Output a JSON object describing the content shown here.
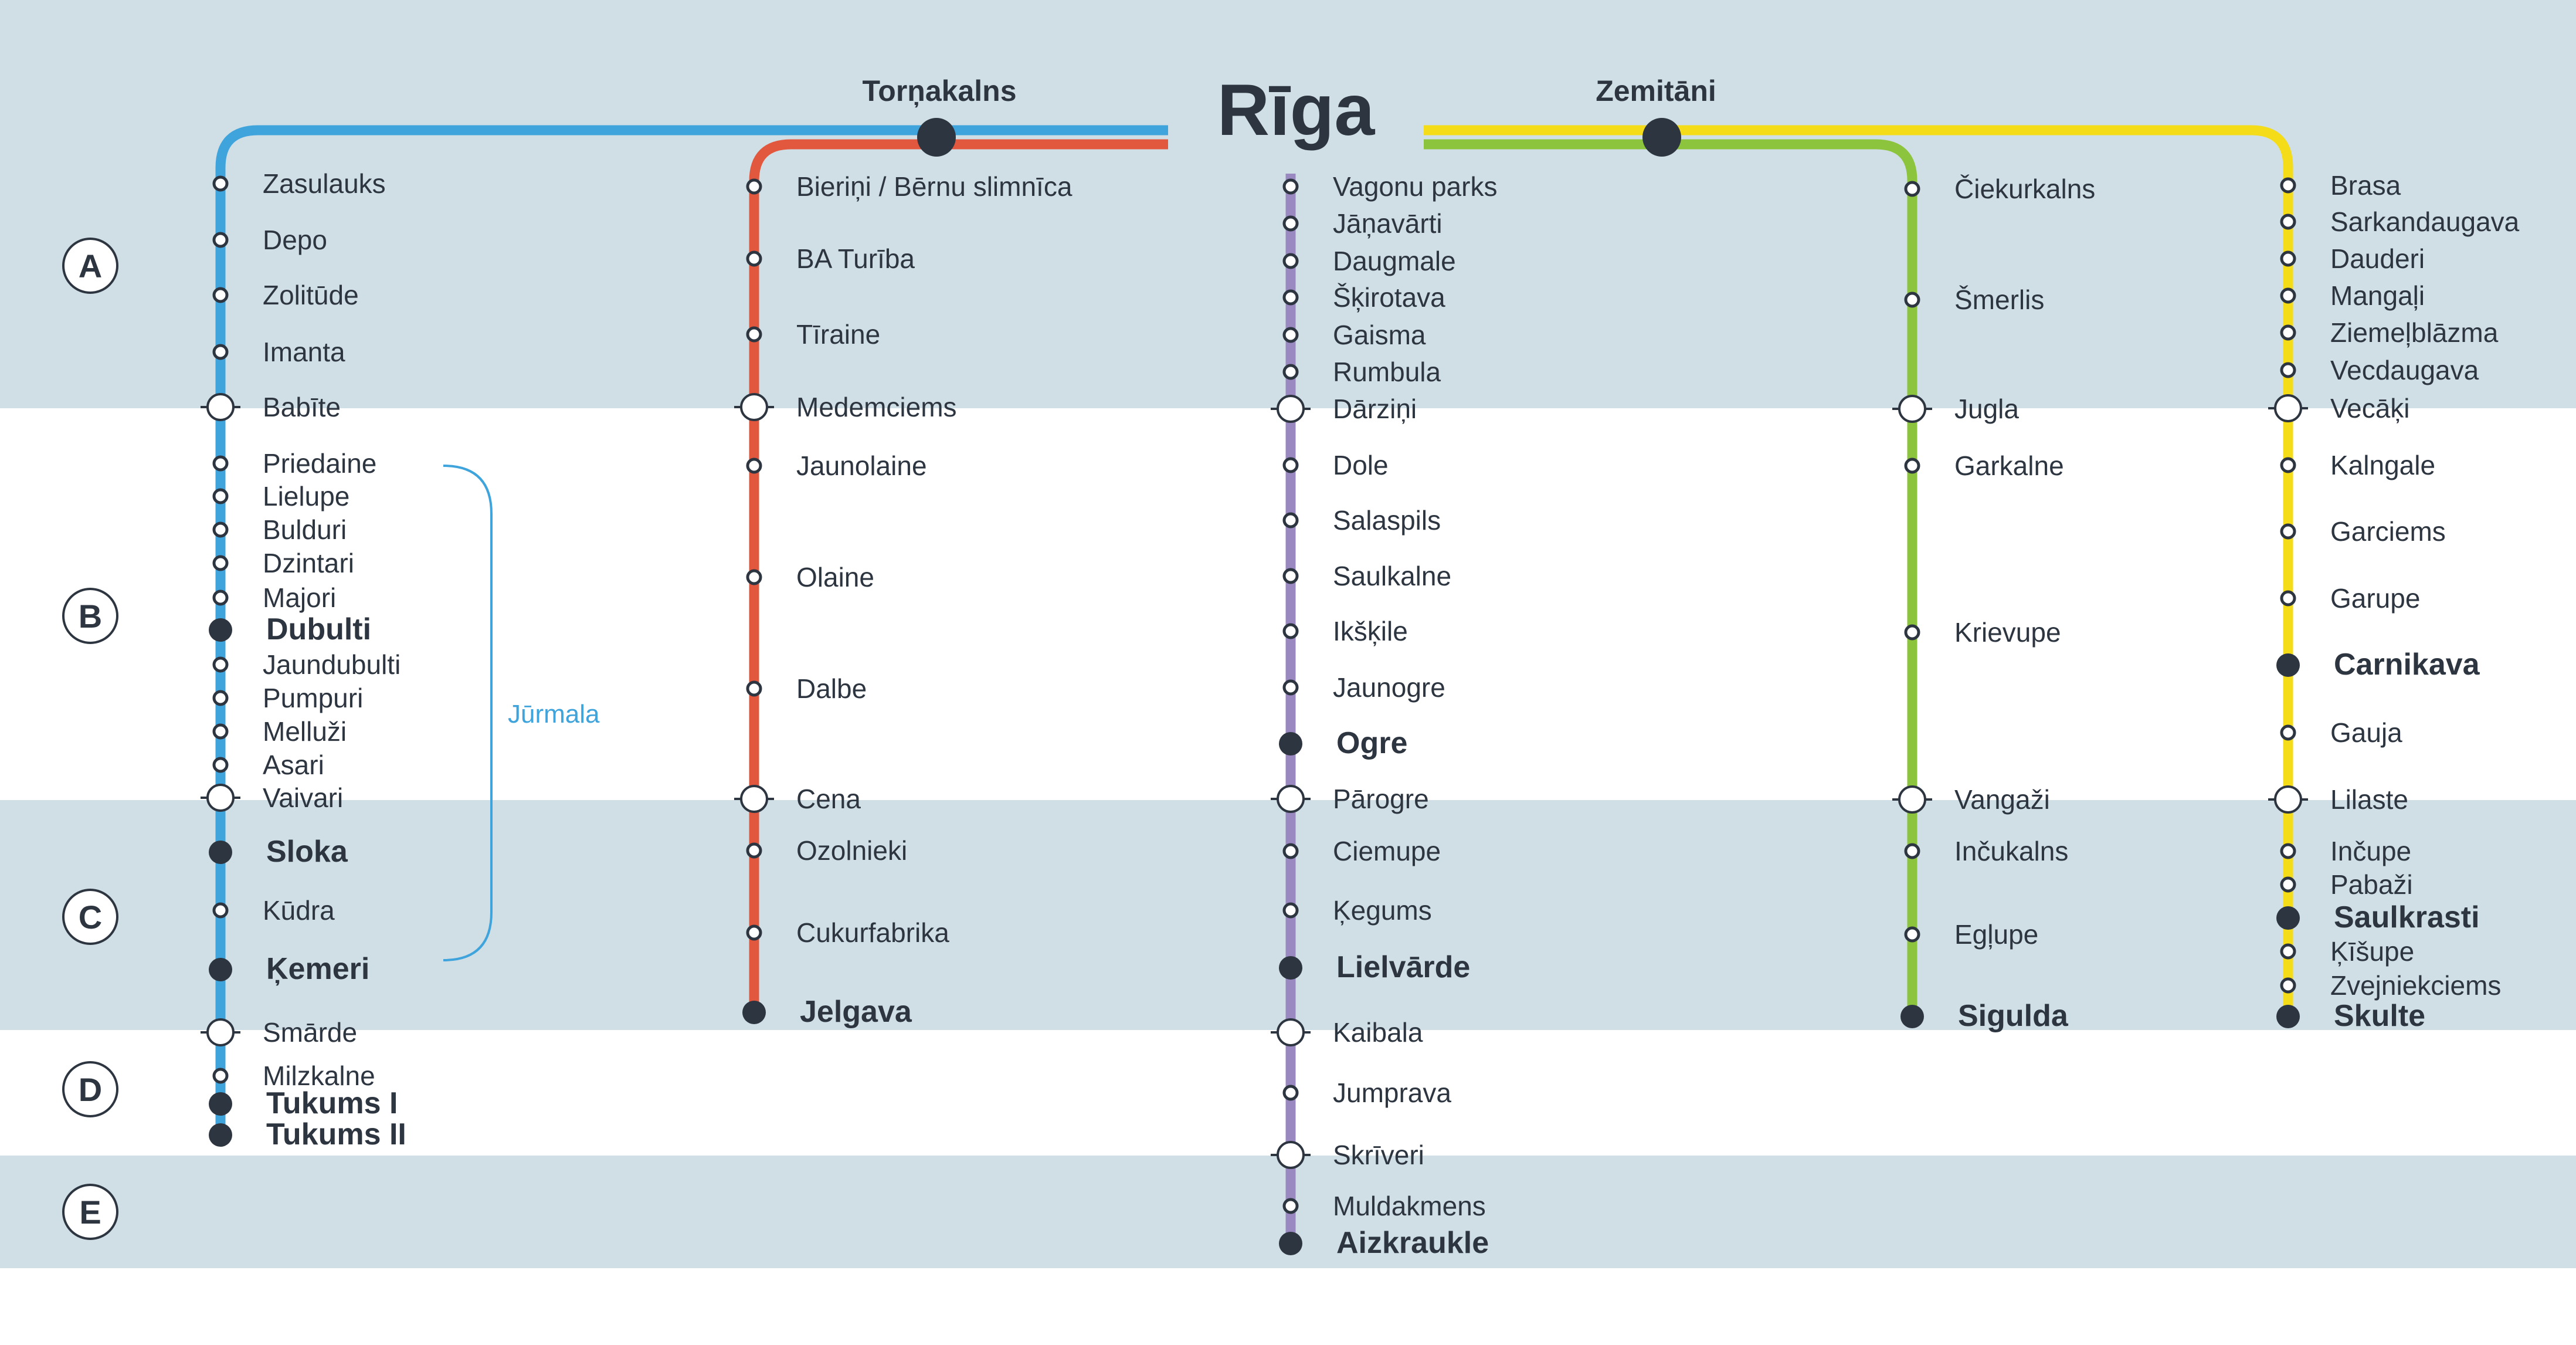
{
  "title": "Rīga",
  "colors": {
    "band": "#d0dfe6",
    "blue": "#3fa3dc",
    "red": "#e2583e",
    "purple": "#9a89c0",
    "green": "#8cc43d",
    "yellow": "#f4dc18",
    "dark": "#2d3540"
  },
  "zones": [
    "A",
    "B",
    "C",
    "D",
    "E"
  ],
  "hubs": {
    "left": "Torņakalns",
    "right": "Zemitāni"
  },
  "annotation": "Jūrmala",
  "lines": {
    "tukums": [
      {
        "name": "Zasulauks",
        "type": "stop"
      },
      {
        "name": "Depo",
        "type": "stop"
      },
      {
        "name": "Zolitūde",
        "type": "stop"
      },
      {
        "name": "Imanta",
        "type": "stop"
      },
      {
        "name": "Babīte",
        "type": "boundary"
      },
      {
        "name": "Priedaine",
        "type": "stop"
      },
      {
        "name": "Lielupe",
        "type": "stop"
      },
      {
        "name": "Bulduri",
        "type": "stop"
      },
      {
        "name": "Dzintari",
        "type": "stop"
      },
      {
        "name": "Majori",
        "type": "stop"
      },
      {
        "name": "Dubulti",
        "type": "major"
      },
      {
        "name": "Jaundubulti",
        "type": "stop"
      },
      {
        "name": "Pumpuri",
        "type": "stop"
      },
      {
        "name": "Melluži",
        "type": "stop"
      },
      {
        "name": "Asari",
        "type": "stop"
      },
      {
        "name": "Vaivari",
        "type": "boundary"
      },
      {
        "name": "Sloka",
        "type": "major"
      },
      {
        "name": "Kūdra",
        "type": "stop"
      },
      {
        "name": "Ķemeri",
        "type": "major"
      },
      {
        "name": "Smārde",
        "type": "boundary"
      },
      {
        "name": "Milzkalne",
        "type": "stop"
      },
      {
        "name": "Tukums I",
        "type": "major"
      },
      {
        "name": "Tukums II",
        "type": "major"
      }
    ],
    "jelgava": [
      {
        "name": "Bieriņi / Bērnu slimnīca",
        "type": "stop"
      },
      {
        "name": "BA Turība",
        "type": "stop"
      },
      {
        "name": "Tīraine",
        "type": "stop"
      },
      {
        "name": "Medemciems",
        "type": "boundary"
      },
      {
        "name": "Jaunolaine",
        "type": "stop"
      },
      {
        "name": "Olaine",
        "type": "stop"
      },
      {
        "name": "Dalbe",
        "type": "stop"
      },
      {
        "name": "Cena",
        "type": "boundary"
      },
      {
        "name": "Ozolnieki",
        "type": "stop"
      },
      {
        "name": "Cukurfabrika",
        "type": "stop"
      },
      {
        "name": "Jelgava",
        "type": "major"
      }
    ],
    "aizkraukle": [
      {
        "name": "Vagonu parks",
        "type": "stop"
      },
      {
        "name": "Jāņavārti",
        "type": "stop"
      },
      {
        "name": "Daugmale",
        "type": "stop"
      },
      {
        "name": "Šķirotava",
        "type": "stop"
      },
      {
        "name": "Gaisma",
        "type": "stop"
      },
      {
        "name": "Rumbula",
        "type": "stop"
      },
      {
        "name": "Dārziņi",
        "type": "boundary"
      },
      {
        "name": "Dole",
        "type": "stop"
      },
      {
        "name": "Salaspils",
        "type": "stop"
      },
      {
        "name": "Saulkalne",
        "type": "stop"
      },
      {
        "name": "Ikšķile",
        "type": "stop"
      },
      {
        "name": "Jaunogre",
        "type": "stop"
      },
      {
        "name": "Ogre",
        "type": "major"
      },
      {
        "name": "Pārogre",
        "type": "boundary"
      },
      {
        "name": "Ciemupe",
        "type": "stop"
      },
      {
        "name": "Ķegums",
        "type": "stop"
      },
      {
        "name": "Lielvārde",
        "type": "major"
      },
      {
        "name": "Kaibala",
        "type": "boundary"
      },
      {
        "name": "Jumprava",
        "type": "stop"
      },
      {
        "name": "Skrīveri",
        "type": "boundary"
      },
      {
        "name": "Muldakmens",
        "type": "stop"
      },
      {
        "name": "Aizkraukle",
        "type": "major"
      }
    ],
    "sigulda": [
      {
        "name": "Čiekurkalns",
        "type": "stop"
      },
      {
        "name": "Šmerlis",
        "type": "stop"
      },
      {
        "name": "Jugla",
        "type": "boundary"
      },
      {
        "name": "Garkalne",
        "type": "stop"
      },
      {
        "name": "Krievupe",
        "type": "stop"
      },
      {
        "name": "Vangaži",
        "type": "boundary"
      },
      {
        "name": "Inčukalns",
        "type": "stop"
      },
      {
        "name": "Egļupe",
        "type": "stop"
      },
      {
        "name": "Sigulda",
        "type": "major"
      }
    ],
    "skulte": [
      {
        "name": "Brasa",
        "type": "stop"
      },
      {
        "name": "Sarkandaugava",
        "type": "stop"
      },
      {
        "name": "Dauderi",
        "type": "stop"
      },
      {
        "name": "Mangaļi",
        "type": "stop"
      },
      {
        "name": "Ziemeļblāzma",
        "type": "stop"
      },
      {
        "name": "Vecdaugava",
        "type": "stop"
      },
      {
        "name": "Vecāķi",
        "type": "boundary"
      },
      {
        "name": "Kalngale",
        "type": "stop"
      },
      {
        "name": "Garciems",
        "type": "stop"
      },
      {
        "name": "Garupe",
        "type": "stop"
      },
      {
        "name": "Carnikava",
        "type": "major"
      },
      {
        "name": "Gauja",
        "type": "stop"
      },
      {
        "name": "Lilaste",
        "type": "boundary"
      },
      {
        "name": "Inčupe",
        "type": "stop"
      },
      {
        "name": "Pabaži",
        "type": "stop"
      },
      {
        "name": "Saulkrasti",
        "type": "major"
      },
      {
        "name": "Ķīšupe",
        "type": "stop"
      },
      {
        "name": "Zvejniekciems",
        "type": "stop"
      },
      {
        "name": "Skulte",
        "type": "major"
      }
    ]
  }
}
